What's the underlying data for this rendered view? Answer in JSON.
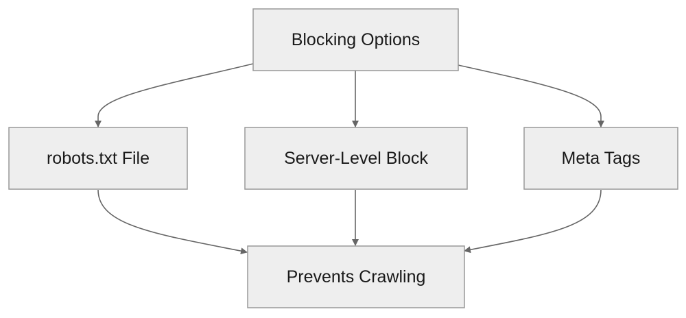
{
  "nodes": {
    "root": {
      "label": "Blocking Options"
    },
    "robots": {
      "label": "robots.txt File"
    },
    "server": {
      "label": "Server-Level Block"
    },
    "meta": {
      "label": "Meta Tags"
    },
    "result": {
      "label": "Prevents Crawling"
    }
  },
  "edges": [
    {
      "from": "root",
      "to": "robots"
    },
    {
      "from": "root",
      "to": "server"
    },
    {
      "from": "root",
      "to": "meta"
    },
    {
      "from": "robots",
      "to": "result"
    },
    {
      "from": "server",
      "to": "result"
    },
    {
      "from": "meta",
      "to": "result"
    }
  ],
  "colors": {
    "node_fill": "#eeeeee",
    "node_border": "#999999",
    "edge": "#666666",
    "text": "#1a1a1a"
  }
}
